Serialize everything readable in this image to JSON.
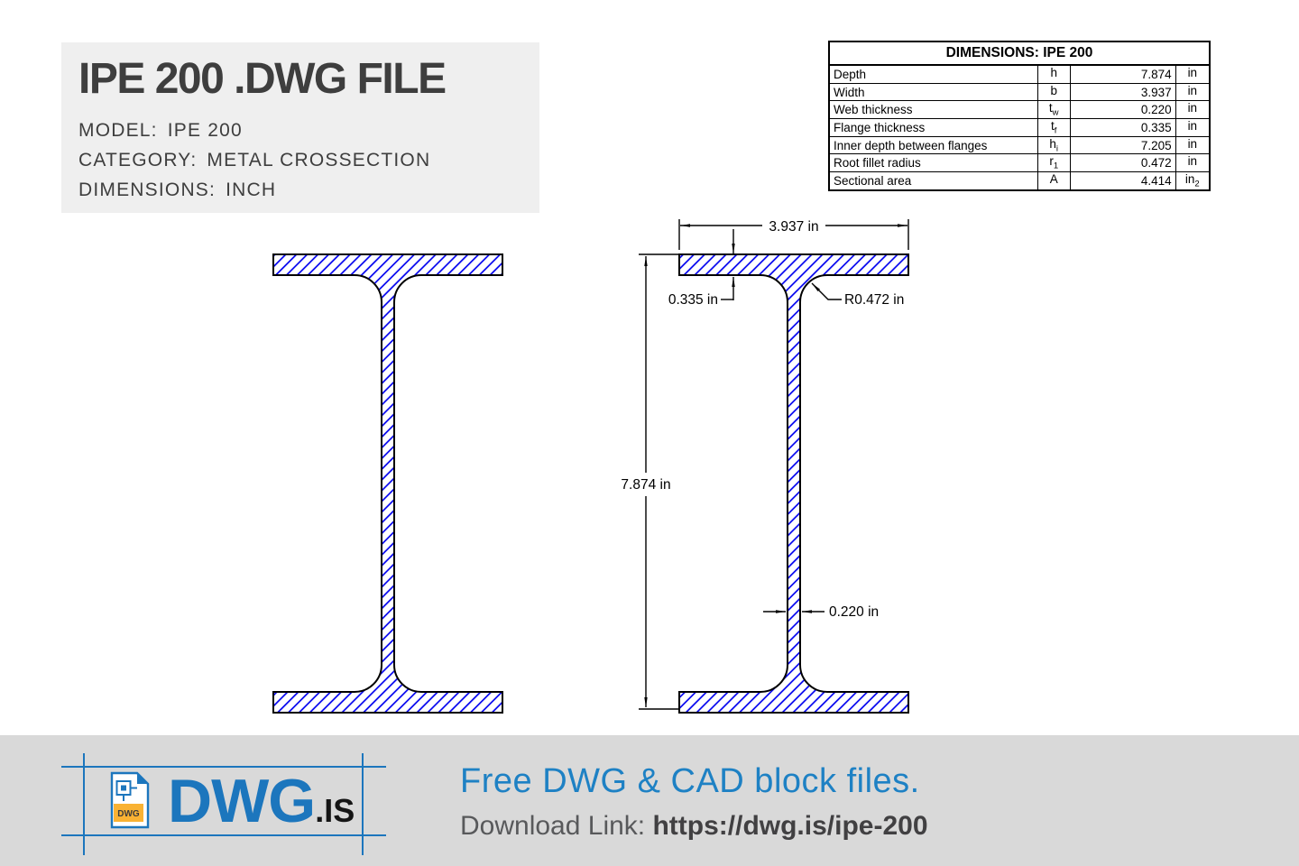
{
  "colors": {
    "page_bg": "#ffffff",
    "header_bg": "#efefef",
    "heading_text": "#3e3e3e",
    "hatch_blue": "#0000ee",
    "footer_bg": "#d9d9d9",
    "brand_blue": "#1c76bd",
    "footer_heading_blue": "#1e81c4",
    "download_label_gray": "#58595b",
    "download_url_dark": "#414042",
    "logo_badge_yellow": "#f9b233",
    "logo_suffix_black": "#151515"
  },
  "header": {
    "title": "IPE 200 .DWG FILE",
    "meta": [
      {
        "label": "MODEL:",
        "value": "IPE 200"
      },
      {
        "label": "CATEGORY:",
        "value": "METAL CROSSECTION"
      },
      {
        "label": "DIMENSIONS:",
        "value": "INCH"
      }
    ]
  },
  "spec_table": {
    "title": "DIMENSIONS: IPE 200",
    "rows": [
      {
        "name": "Depth",
        "symbol": "h",
        "value": "7.874",
        "unit": "in"
      },
      {
        "name": "Width",
        "symbol": "b",
        "value": "3.937",
        "unit": "in"
      },
      {
        "name": "Web thickness",
        "symbol": "t",
        "symbol_sub": "w",
        "value": "0.220",
        "unit": "in"
      },
      {
        "name": "Flange thickness",
        "symbol": "t",
        "symbol_sub": "f",
        "value": "0.335",
        "unit": "in"
      },
      {
        "name": "Inner depth between flanges",
        "symbol": "h",
        "symbol_sub": "i",
        "value": "7.205",
        "unit": "in"
      },
      {
        "name": "Root fillet radius",
        "symbol": "r",
        "symbol_sub": "1",
        "value": "0.472",
        "unit": "in"
      },
      {
        "name": "Sectional area",
        "symbol": "A",
        "value": "4.414",
        "unit": "in",
        "unit_sub": "2"
      }
    ]
  },
  "drawing": {
    "width_dim": "3.937 in",
    "height_dim": "7.874 in",
    "flange_dim": "0.335 in",
    "web_dim": "0.220 in",
    "radius_dim": "R0.472 in"
  },
  "footer": {
    "logo": {
      "text": "DWG",
      "suffix": ".IS",
      "badge": "DWG"
    },
    "heading": "Free DWG & CAD block files.",
    "download_label": "Download Link: ",
    "download_url": "https://dwg.is/ipe-200"
  }
}
